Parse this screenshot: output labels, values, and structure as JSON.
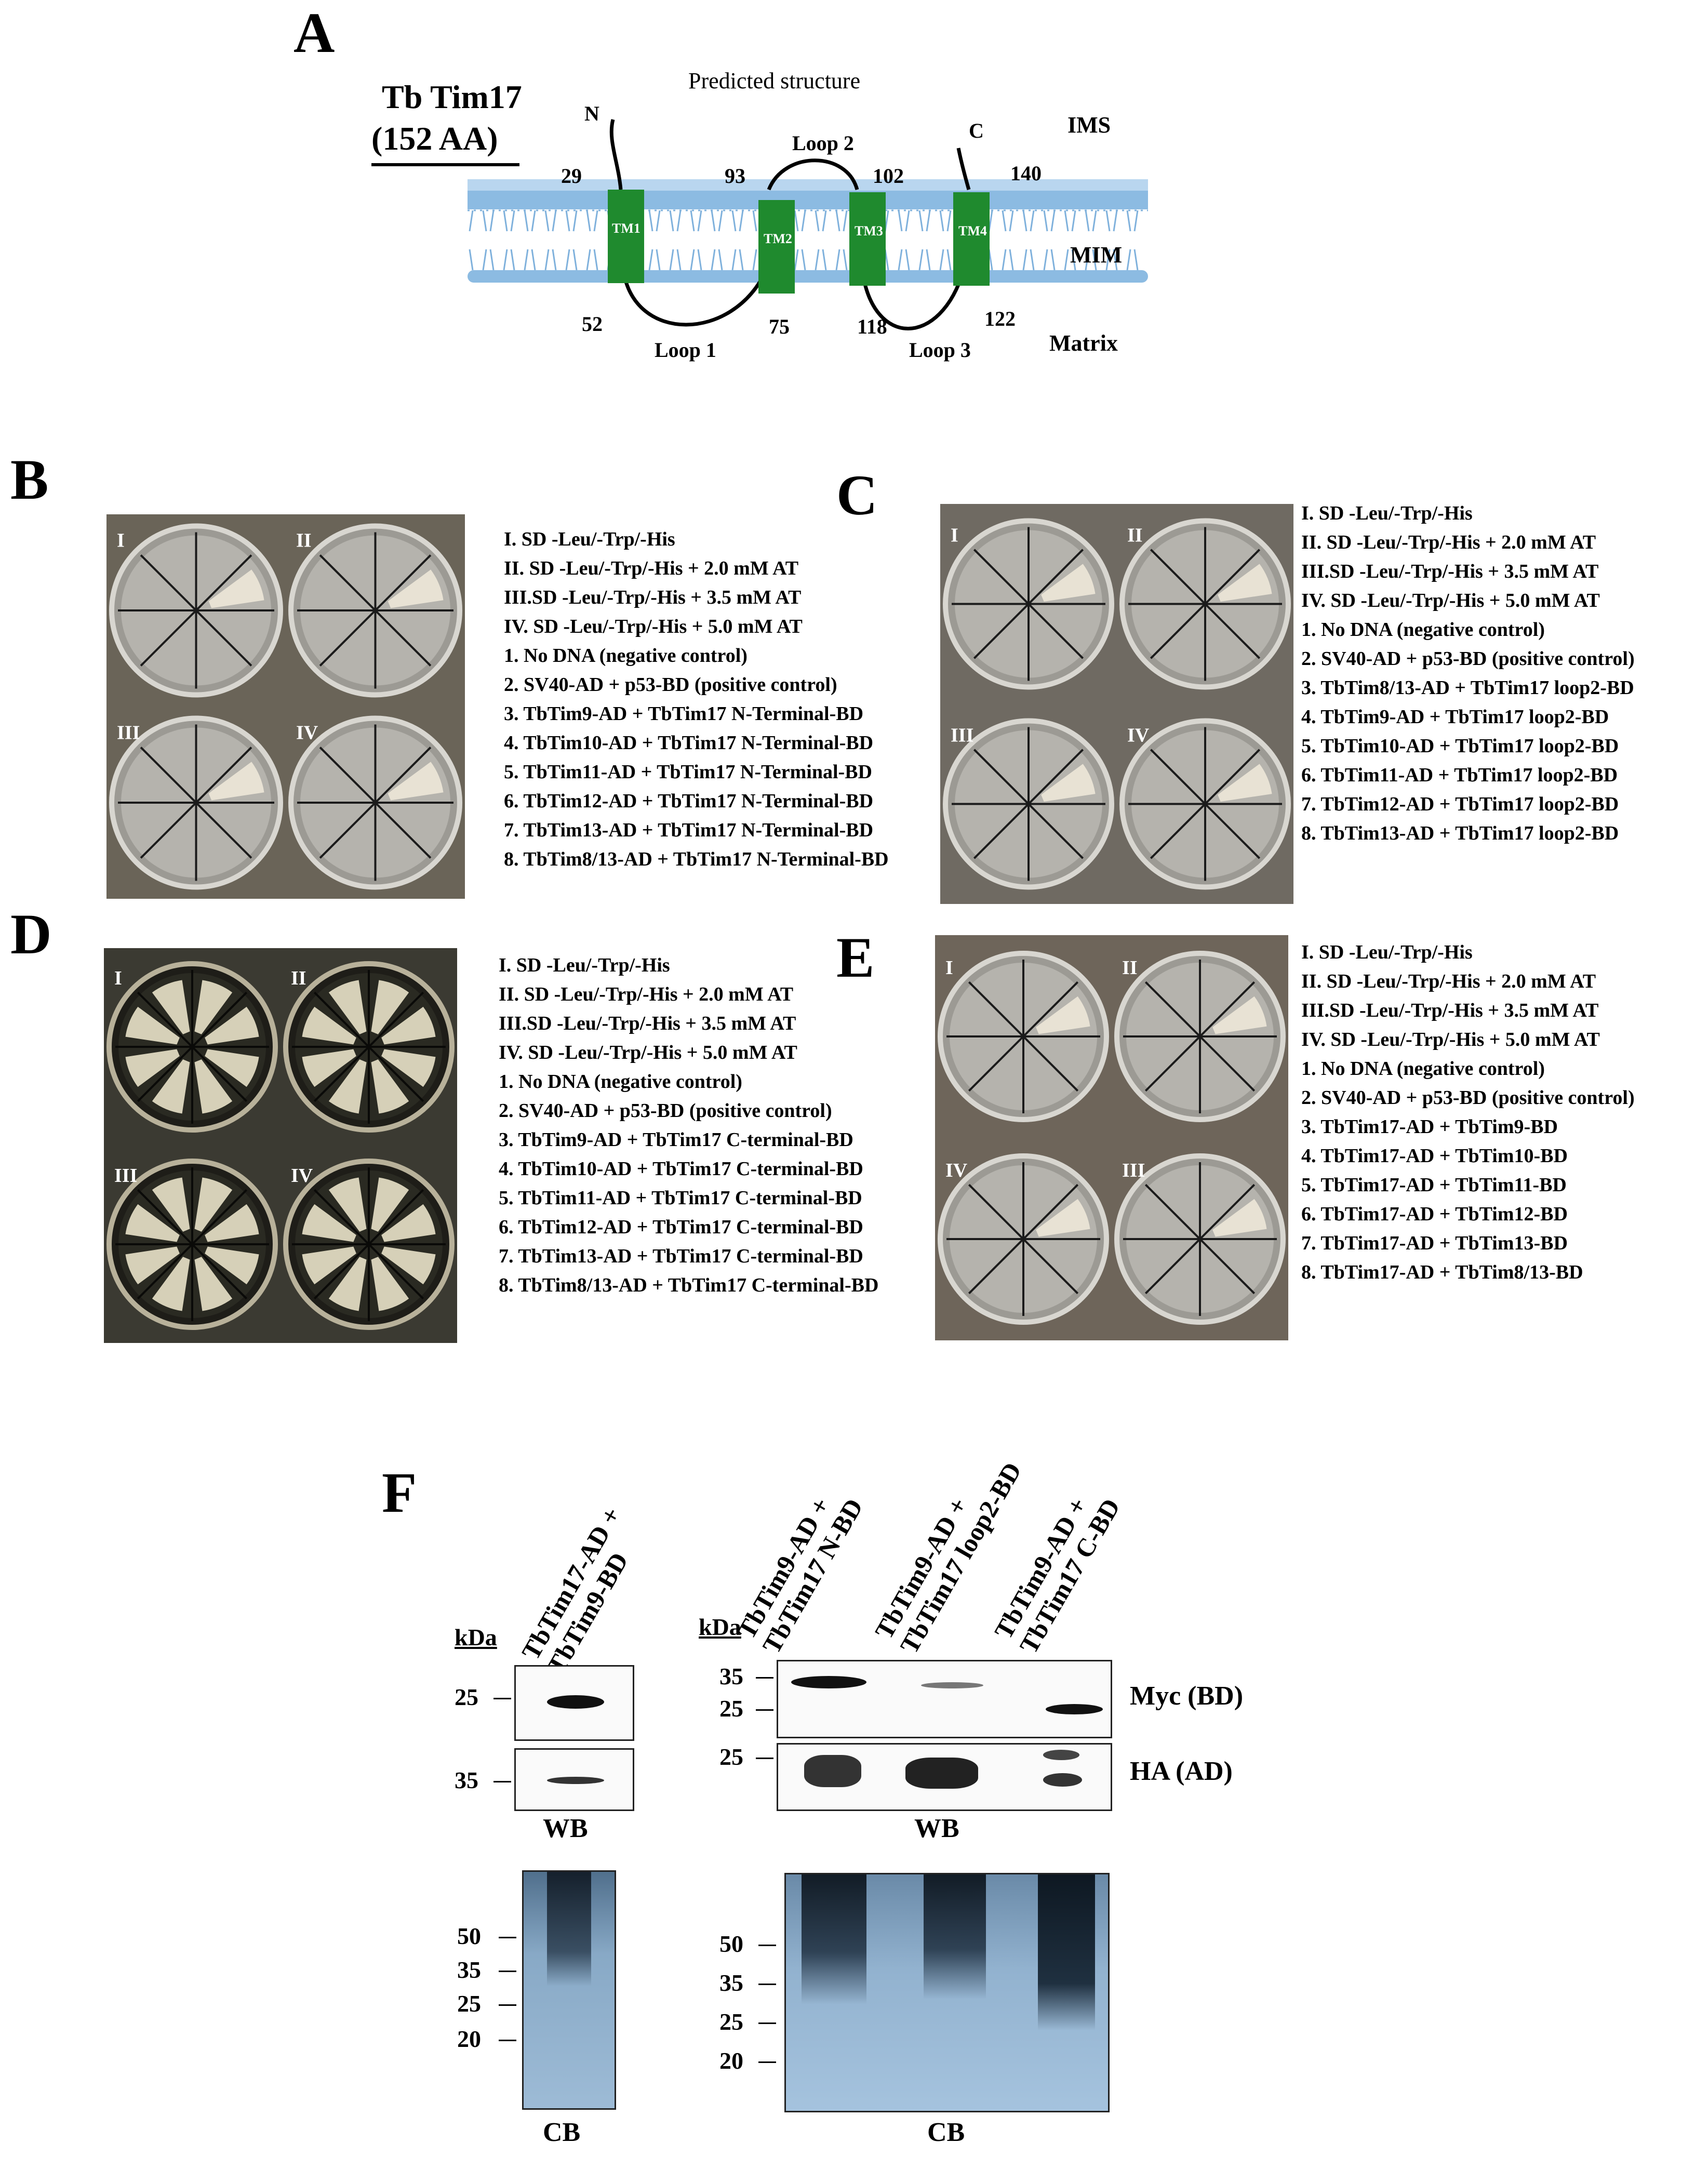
{
  "panels": {
    "A": {
      "letter": "A",
      "protein_name": "Tb Tim17",
      "protein_length": "(152 AA)",
      "title": "Predicted structure",
      "labels": {
        "n_term": "N",
        "c_term": "C",
        "ims": "IMS",
        "mim": "MIM",
        "matrix": "Matrix",
        "loop1": "Loop 1",
        "loop2": "Loop 2",
        "loop3": "Loop 3",
        "tm1": "TM1",
        "tm2": "TM2",
        "tm3": "TM3",
        "tm4": "TM4",
        "r29": "29",
        "r93": "93",
        "r102": "102",
        "r140": "140",
        "r52": "52",
        "r75": "75",
        "r118": "118",
        "r122": "122"
      }
    },
    "B": {
      "letter": "B",
      "plate_labels": [
        "I",
        "II",
        "III",
        "IV"
      ],
      "legend": [
        "I.   SD -Leu/-Trp/-His",
        "II.  SD -Leu/-Trp/-His + 2.0 mM AT",
        "III.SD -Leu/-Trp/-His + 3.5 mM AT",
        "IV. SD -Leu/-Trp/-His + 5.0 mM AT",
        "1.   No DNA (negative control)",
        "2.   SV40-AD + p53-BD (positive control)",
        "3.   TbTim9-AD + TbTim17 N-Terminal-BD",
        "4.   TbTim10-AD + TbTim17 N-Terminal-BD",
        "5.   TbTim11-AD + TbTim17 N-Terminal-BD",
        "6.   TbTim12-AD + TbTim17 N-Terminal-BD",
        "7.   TbTim13-AD + TbTim17 N-Terminal-BD",
        "8.   TbTim8/13-AD + TbTim17 N-Terminal-BD"
      ]
    },
    "C": {
      "letter": "C",
      "plate_labels": [
        "I",
        "II",
        "III",
        "IV"
      ],
      "legend": [
        "I.   SD -Leu/-Trp/-His",
        "II.  SD -Leu/-Trp/-His + 2.0 mM AT",
        "III.SD -Leu/-Trp/-His + 3.5 mM AT",
        "IV. SD -Leu/-Trp/-His + 5.0 mM AT",
        "1.   No DNA (negative control)",
        "2.   SV40-AD + p53-BD (positive control)",
        "3.   TbTim8/13-AD + TbTim17 loop2-BD",
        "4.   TbTim9-AD + TbTim17 loop2-BD",
        "5.   TbTim10-AD + TbTim17 loop2-BD",
        "6.   TbTim11-AD + TbTim17 loop2-BD",
        "7.   TbTim12-AD + TbTim17 loop2-BD",
        "8.   TbTim13-AD + TbTim17 loop2-BD"
      ]
    },
    "D": {
      "letter": "D",
      "plate_labels": [
        "I",
        "II",
        "III",
        "IV"
      ],
      "legend": [
        "I.   SD -Leu/-Trp/-His",
        "II.  SD -Leu/-Trp/-His + 2.0 mM AT",
        "III.SD -Leu/-Trp/-His + 3.5 mM AT",
        "IV. SD -Leu/-Trp/-His + 5.0 mM AT",
        "1.   No DNA (negative control)",
        "2.   SV40-AD + p53-BD (positive control)",
        "3.   TbTim9-AD + TbTim17 C-terminal-BD",
        "4.   TbTim10-AD + TbTim17 C-terminal-BD",
        "5.   TbTim11-AD + TbTim17 C-terminal-BD",
        "6.   TbTim12-AD + TbTim17 C-terminal-BD",
        "7.   TbTim13-AD + TbTim17 C-terminal-BD",
        "8.   TbTim8/13-AD + TbTim17 C-terminal-BD"
      ]
    },
    "E": {
      "letter": "E",
      "plate_labels": [
        "I",
        "II",
        "IV",
        "III"
      ],
      "legend": [
        "I.   SD -Leu/-Trp/-His",
        "II.  SD -Leu/-Trp/-His + 2.0 mM AT",
        "III.SD -Leu/-Trp/-His + 3.5 mM AT",
        "IV. SD -Leu/-Trp/-His + 5.0 mM AT",
        "1.   No DNA (negative control)",
        "2.   SV40-AD + p53-BD (positive control)",
        "3.   TbTim17-AD + TbTim9-BD",
        "4.   TbTim17-AD + TbTim10-BD",
        "5.   TbTim17-AD + TbTim11-BD",
        "6.   TbTim17-AD + TbTim12-BD",
        "7.   TbTim17-AD + TbTim13-BD",
        "8.   TbTim17-AD + TbTim8/13-BD"
      ]
    },
    "F": {
      "letter": "F",
      "left": {
        "lane_line1": "TbTim17-AD +",
        "lane_line2": "TbTim9-BD",
        "kda": "kDa",
        "markers_top": [
          "25"
        ],
        "markers_bottom": [
          "35"
        ],
        "wb": "WB",
        "cb_markers": [
          "50",
          "35",
          "25",
          "20"
        ],
        "cb": "CB"
      },
      "right": {
        "lanes": [
          {
            "line1": "TbTim9-AD +",
            "line2": "TbTim17 N-BD"
          },
          {
            "line1": "TbTim9-AD +",
            "line2": "TbTim17 loop2-BD"
          },
          {
            "line1": "TbTim9-AD +",
            "line2": "TbTim17 C-BD"
          }
        ],
        "kda": "kDa",
        "markers_top": [
          "35",
          "25"
        ],
        "markers_bottom": [
          "25"
        ],
        "myc": "Myc (BD)",
        "ha": "HA (AD)",
        "wb": "WB",
        "cb_markers": [
          "50",
          "35",
          "25",
          "20"
        ],
        "cb": "CB"
      }
    }
  }
}
